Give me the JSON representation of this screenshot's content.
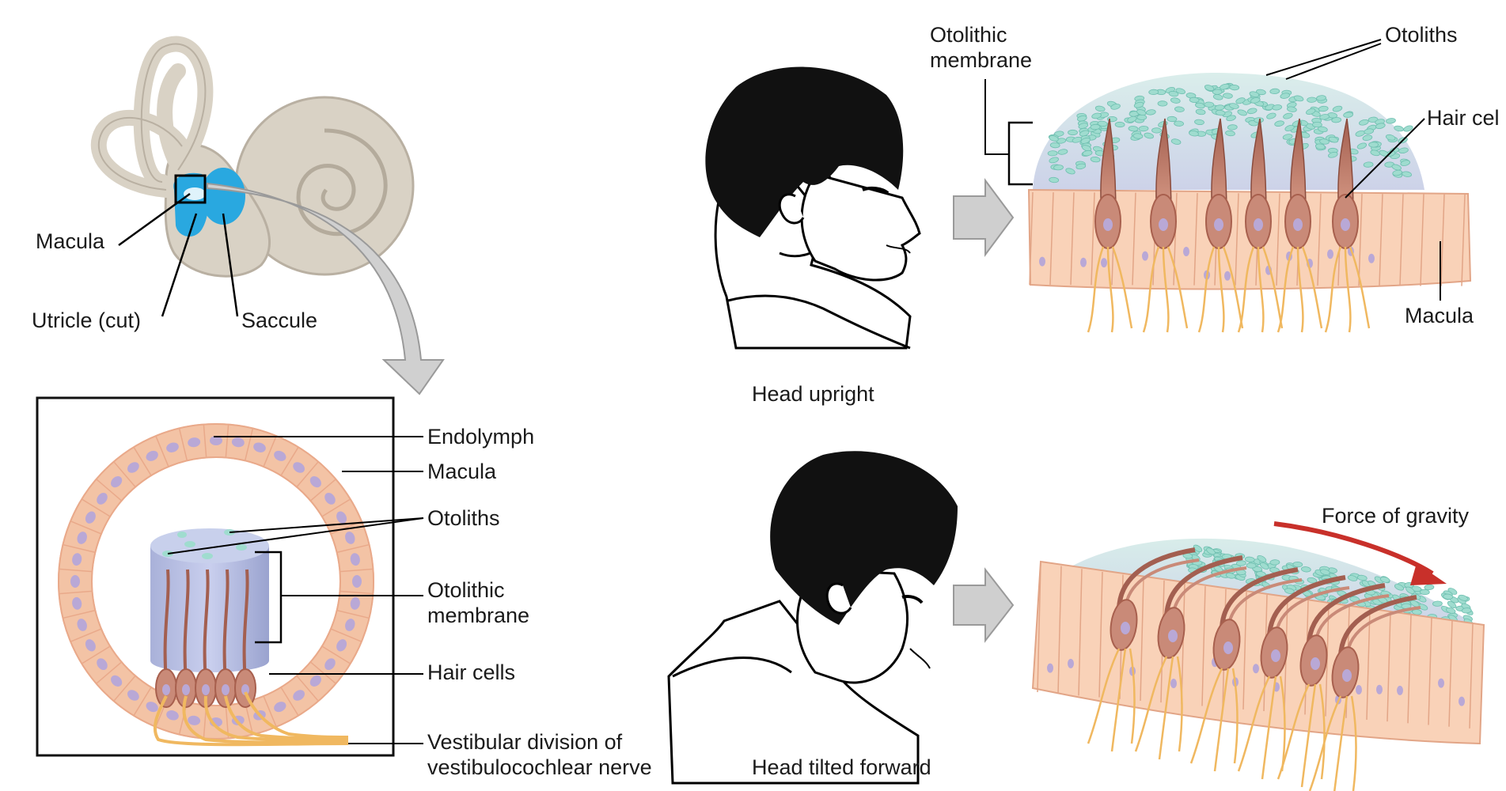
{
  "labels": {
    "macula_ear": "Macula",
    "utricle": "Utricle (cut)",
    "saccule": "Saccule",
    "endolymph": "Endolymph",
    "macula_section": "Macula",
    "otoliths_section": "Otoliths",
    "otolithic_membrane_section": "Otolithic\nmembrane",
    "hair_cells_section": "Hair cells",
    "vestibular_nerve": "Vestibular division of\nvestibulocochlear nerve",
    "head_upright": "Head upright",
    "head_tilted": "Head tilted forward",
    "otolithic_membrane_top": "Otolithic\nmembrane",
    "otoliths_top": "Otoliths",
    "hair_cell_top": "Hair cel",
    "macula_top": "Macula",
    "force_of_gravity": "Force of gravity"
  },
  "colors": {
    "labyrinth": "#d9d2c5",
    "utricle_saccule": "#29a8e0",
    "epithelium": "#f9d2b8",
    "nucleus": "#b9a8d6",
    "hair_cell": "#c98a78",
    "membrane": "#c7cde6",
    "otolith": "#9fdccf",
    "nerve": "#f0b860",
    "arrow_gray": "#cfcfcf",
    "gravity_arrow": "#c8302a"
  }
}
